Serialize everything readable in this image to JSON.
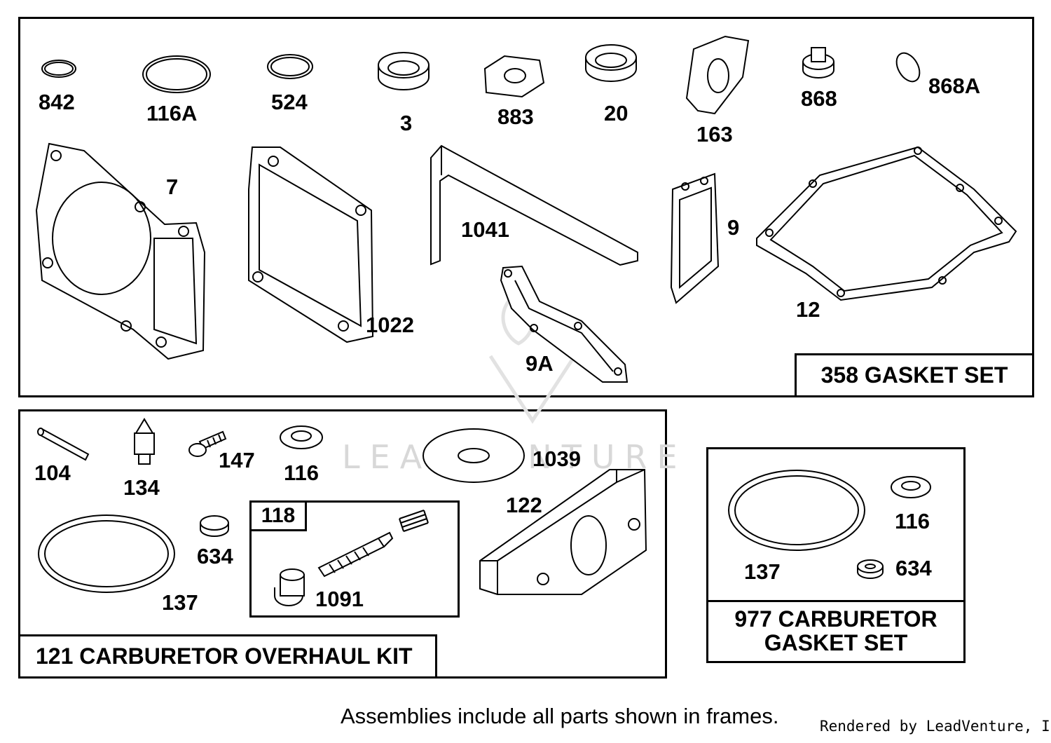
{
  "frames": {
    "gasket_set": {
      "title": "358 GASKET SET"
    },
    "carb_overhaul_kit": {
      "title": "121 CARBURETOR OVERHAUL KIT"
    },
    "carb_gasket_set": {
      "title_line1": "977 CARBURETOR",
      "title_line2": "GASKET SET"
    },
    "sub_assembly": {
      "title": "118"
    }
  },
  "callouts": {
    "p842": "842",
    "p116A": "116A",
    "p524": "524",
    "p3": "3",
    "p883": "883",
    "p20": "20",
    "p163": "163",
    "p868": "868",
    "p868A": "868A",
    "p7": "7",
    "p1041": "1041",
    "p9": "9",
    "p1022": "1022",
    "p9A": "9A",
    "p12": "12",
    "p104": "104",
    "p134": "134",
    "p147": "147",
    "p116": "116",
    "p1039": "1039",
    "p122": "122",
    "p634": "634",
    "p137": "137",
    "p1091": "1091",
    "c137": "137",
    "c116": "116",
    "c634": "634"
  },
  "watermark": "LEADVENTURE",
  "footnote": "Assemblies include all parts shown in frames.",
  "rendered_by": "Rendered by LeadVenture, Inc."
}
